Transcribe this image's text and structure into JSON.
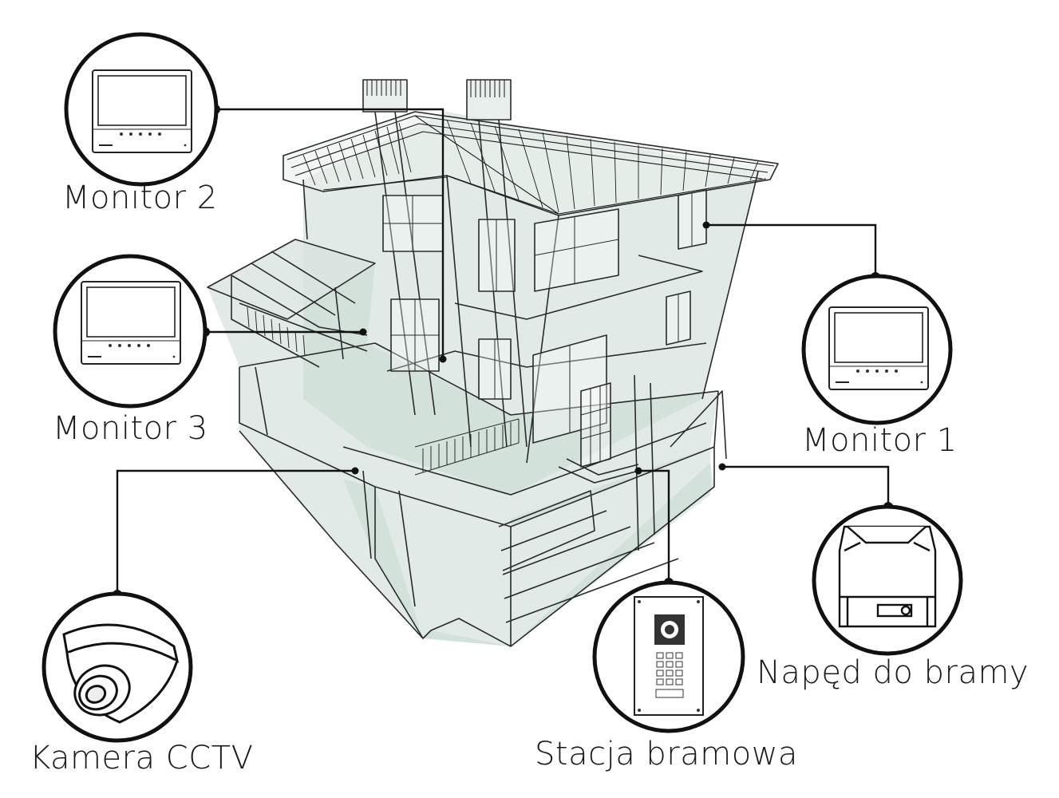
{
  "devices": {
    "monitor2": {
      "label": "Monitor 2",
      "icon": "video-intercom-monitor-icon"
    },
    "monitor3": {
      "label": "Monitor 3",
      "icon": "video-intercom-monitor-icon"
    },
    "monitor1": {
      "label": "Monitor 1",
      "icon": "video-intercom-monitor-icon"
    },
    "camera": {
      "label": "Kamera CCTV",
      "icon": "dome-cctv-camera-icon"
    },
    "doorStation": {
      "label": "Stacja bramowa",
      "icon": "door-station-keypad-icon"
    },
    "gateDrive": {
      "label": "Napęd do bramy",
      "icon": "gate-drive-motor-icon"
    }
  },
  "colors": {
    "house_fill": "#c9d8d2",
    "line": "#111111",
    "background": "#ffffff"
  }
}
